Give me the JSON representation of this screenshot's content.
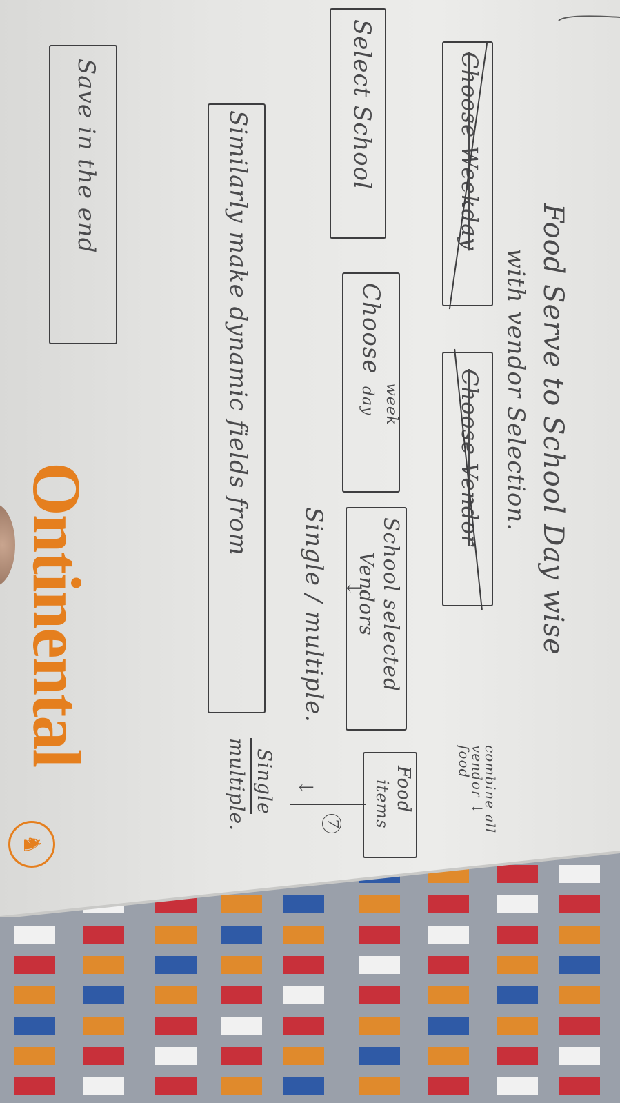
{
  "note": {
    "title": "Food Serve to School Day wise",
    "subtitle": "with vendor Selection.",
    "struck_1": "Choose Weekday",
    "struck_2": "Choose Vendor",
    "select_school": "Select School",
    "choose": "Choose",
    "week": "week",
    "day": "day",
    "school_selected": "School selected",
    "vendors": "Vendors",
    "single_multiple": "Single / multiple.",
    "food": "Food",
    "items": "items",
    "combine": "combine all vendor ↓ food",
    "single": "Single",
    "multiple": "multiple.",
    "circled_mark": "7",
    "similarly": "Similarly make dynamic fields from",
    "save": "Save in the end"
  },
  "logo": {
    "text": "Ontinental",
    "color": "#e57f1e"
  },
  "fabric": {
    "colors": [
      "#2f5aa6",
      "#e08a2c",
      "#c8303a",
      "#f1f1f1",
      "#9aa0aa"
    ]
  }
}
